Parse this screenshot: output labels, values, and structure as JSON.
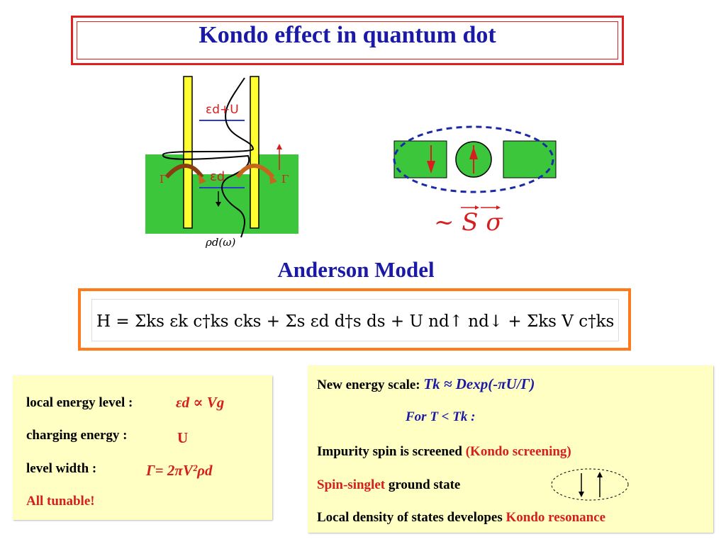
{
  "title": "Kondo effect in quantum dot",
  "diagram": {
    "label_ed_plus_u": "εd+U",
    "label_ed": "εd",
    "label_gamma": "Γ",
    "label_rho": "ρd(ω)",
    "label_s_sigma": "~ S σ"
  },
  "anderson": {
    "title": "Anderson Model",
    "hamiltonian": "H = Σks εk c†ks cks + Σs εd d†s ds + U nd↑ nd↓ + Σks V c†ks ds + h.c"
  },
  "left_box": {
    "local_energy_label": "local energy level :",
    "local_energy_value": "εd ∝ Vg",
    "charging_label": "charging energy :",
    "charging_value": "U",
    "width_label": "level width :",
    "width_value": "Γ= 2πV²ρd",
    "tunable": "All tunable!"
  },
  "right_box": {
    "scale_label": "New energy scale",
    "scale_value": "Tk ≈ Dexp(-πU/Γ)",
    "condition": "For  T < Tk :",
    "screen_text": "Impurity spin is screened",
    "screen_red": "(Kondo screening)",
    "singlet_red": "Spin-singlet",
    "singlet_text": "ground state",
    "ldos_text": "Local density of states developes",
    "ldos_red": "Kondo resonance"
  },
  "colors": {
    "title_blue": "#1a1aa6",
    "red": "#d61e1e",
    "box_yellow": "#ffffc4",
    "green": "#3cc63c",
    "orange_border": "#ff7a1a"
  }
}
